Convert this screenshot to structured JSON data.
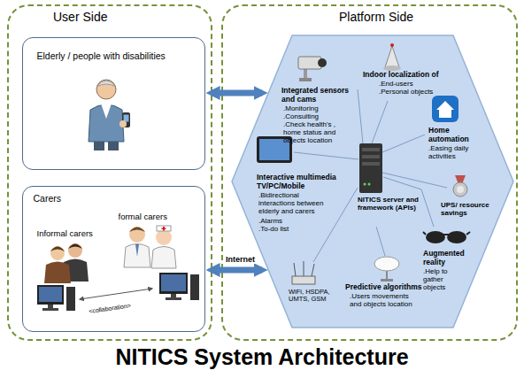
{
  "diagram": {
    "title": "NITICS System Architecture",
    "nodes": [
      {
        "text": [
          "User Side"
        ]
      },
      {
        "text": [
          "Elderly / people with disabilities"
        ],
        "in": 0
      },
      {
        "text": [
          "Carers",
          "formal carers",
          "Informal carers",
          "<collaboration>"
        ],
        "in": 0
      },
      {
        "text": [
          "Platform Side"
        ]
      },
      {
        "text": [
          "Integrated sensors and cams",
          ".Monitoring",
          ".Consulting",
          ".Check health's , home status and objects location",
          "Indoor localization of",
          ".End-users",
          ".Personal objects",
          "Home automation",
          ".Easing daily activities",
          "Interactive multimedia TV/PC/Mobile",
          ".Bidirectional interactions between elderly and carers",
          ".Alarms",
          ".To-do list",
          "NITICS server and framework (APIs)",
          "UPS/ resource savings",
          "Augmented reality",
          ".Help to gather objects",
          "WiFi, HSDPA, UMTS, GSM",
          "Predictive algorithms",
          ".Users movements and objects location"
        ],
        "in": 3
      }
    ],
    "edges": [
      {
        "from": 1,
        "to": 4,
        "arrow": "both"
      },
      {
        "from": 2,
        "to": 4,
        "label": "Internet",
        "arrow": "both"
      }
    ]
  }
}
